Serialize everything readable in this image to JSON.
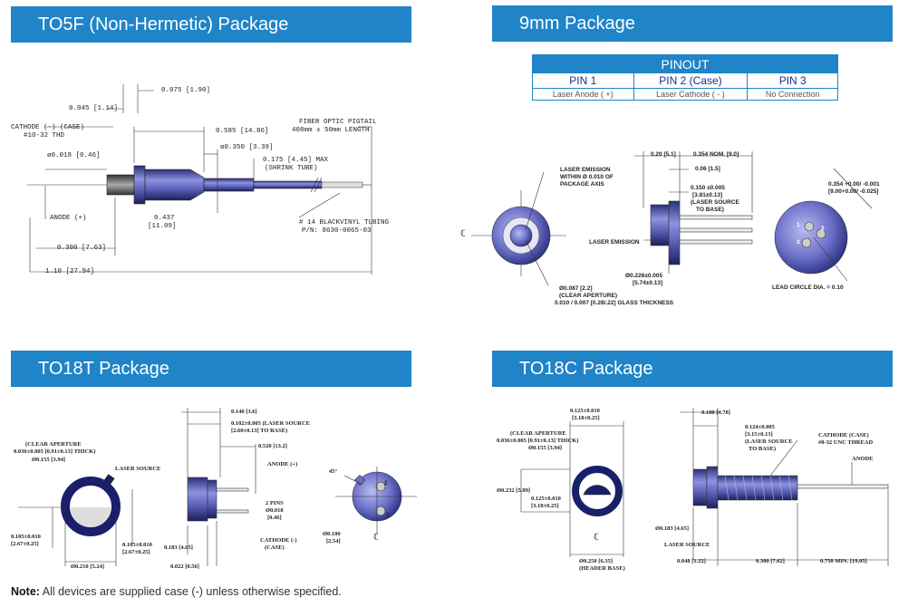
{
  "sections": {
    "to5f": {
      "title": "TO5F (Non-Hermetic) Package",
      "labels": {
        "d075": "0.075 [1.90]",
        "d045": "0.045 [1.14]",
        "cathode1": "CATHODE (-) (CASE)",
        "cathode2": "#10-32 THD",
        "d0585": "0.585 [14.86]",
        "fiber1": "FIBER OPTIC PIGTAIL",
        "fiber2": "408mm ± 50mm LENGTH",
        "d018": "ø0.018 [0.46]",
        "d350": "ø0.350 [3.39]",
        "d175a": "0.175 [4.45] MAX",
        "d175b": "(SHRINK TUBE)",
        "anode": "ANODE (+)",
        "d437a": "0.437",
        "d437b": "[11.09]",
        "tubing1": "# 14 BLACKVINYL TUBING",
        "tubing2": "P/N: 8630-0065-03",
        "d300": "0.300 [7.63]",
        "d110": "1.10 [27.94]"
      }
    },
    "mm9": {
      "title": "9mm Package",
      "pinout": {
        "title": "PINOUT",
        "headers": [
          "PIN 1",
          "PIN 2 (Case)",
          "PIN 3"
        ],
        "values": [
          "Laser Anode ( +)",
          "Laser Cathode ( - )",
          "No Connection"
        ]
      },
      "labels": {
        "emission1": "LASER EMISSION",
        "emission2": "WITHIN  Ø 0.010 OF",
        "emission3": "PACKAGE AXIS",
        "d020": "0.20 [5.1]",
        "d354": "0.354 NOM. [9.0]",
        "d006": "0.06 [1.5]",
        "d150a": "0.150 ±0.005",
        "d150b": "[3.81±0.13]",
        "d150c": "(LASER SOURCE",
        "d150d": "TO BASE)",
        "right1": "0.354 +0.00/ -0.001",
        "right2": "[9.00+0.00/ -0.025]",
        "cl": "ℂ",
        "laserEmission": "LASER EMISSION",
        "d226a": "Ø0.226±0.005",
        "d226b": "[5.74±0.13]",
        "d087a": "Ø0.087 [2.2]",
        "d087b": "(CLEAR APERTURE)",
        "d087c": "0.010 / 0.007 [0.28/.22] GLASS THICKNESS",
        "leadCircle": "LEAD CIRCLE DIA.  =  0.10",
        "pin1": "1",
        "pin2": "2",
        "pin3": "3"
      }
    },
    "to18t": {
      "title": "TO18T  Package",
      "labels": {
        "clear1": "(CLEAR APERTURE",
        "clear2": "0.036±0.005 [0.91±0.13] THICK)",
        "d155": "Ø0.155 [3.94]",
        "laserSource": "LASER SOURCE",
        "d140": "0.140 [3.6]",
        "d102a": "0.102±0.005  (LASER SOURCE",
        "d102b": "[2.60±0.13]      TO BASE)",
        "d520": "0.520 [13.2]",
        "anode": "ANODE (+)",
        "pins1": "2 PINS",
        "pins2": "Ø0.018",
        "pins3": "[0.46]",
        "angle": "45°",
        "cathode1": "CATHODE (-)",
        "cathode2": "(CASE)",
        "d105a": "0.105±0.010",
        "d105b": "[2.67±0.25]",
        "d105c": "0.105±0.010",
        "d105d": "[2.67±0.25]",
        "d183": "0.183 [4.65]",
        "d210": "Ø0.210 [5.24]",
        "d022": "0.022 [0.56]",
        "d100a": "Ø0.100",
        "d100b": "[2.54]",
        "cl": "ℂ",
        "pin1": "1",
        "pin2": "2"
      }
    },
    "to18c": {
      "title": "TO18C  Package",
      "labels": {
        "d125a": "0.125±0.010",
        "d125b": "[3.18±0.25]",
        "clear1": "(CLEAR APERTURE",
        "clear2": "0.036±0.005 [0.91±0.13] THICK)",
        "d155": "Ø0.155 [3.94]",
        "d188": "0.188 [4.78]",
        "d124a": "0.124±0.005",
        "d124b": "[3.15±0.13]",
        "d124c": "(LASER SOURCE",
        "d124d": "TO BASE)",
        "cathode1": "CATHODE (CASE)",
        "cathode2": "#8-32 UNC THREAD",
        "anode": "ANODE",
        "d232": "Ø0.232 [5.89]",
        "d125c": "0.125±0.010",
        "d125d": "[3.18±0.25]",
        "d183": "Ø0.183 [4.65]",
        "laserSource": "LASER SOURCE",
        "d250a": "Ø0.250 [6.35]",
        "d250b": "(HEADER BASE)",
        "d048": "0.048 [1.22]",
        "d300": "0.300 [7.62]",
        "d750": "0.750 MIN. [19.05]",
        "cl": "ℂ"
      }
    }
  },
  "note": {
    "bold": "Note:",
    "text": " All devices are supplied case (-) unless otherwise specified."
  },
  "colors": {
    "header_blue": "#1f84c8",
    "package_purple": "#6a6fc0"
  }
}
